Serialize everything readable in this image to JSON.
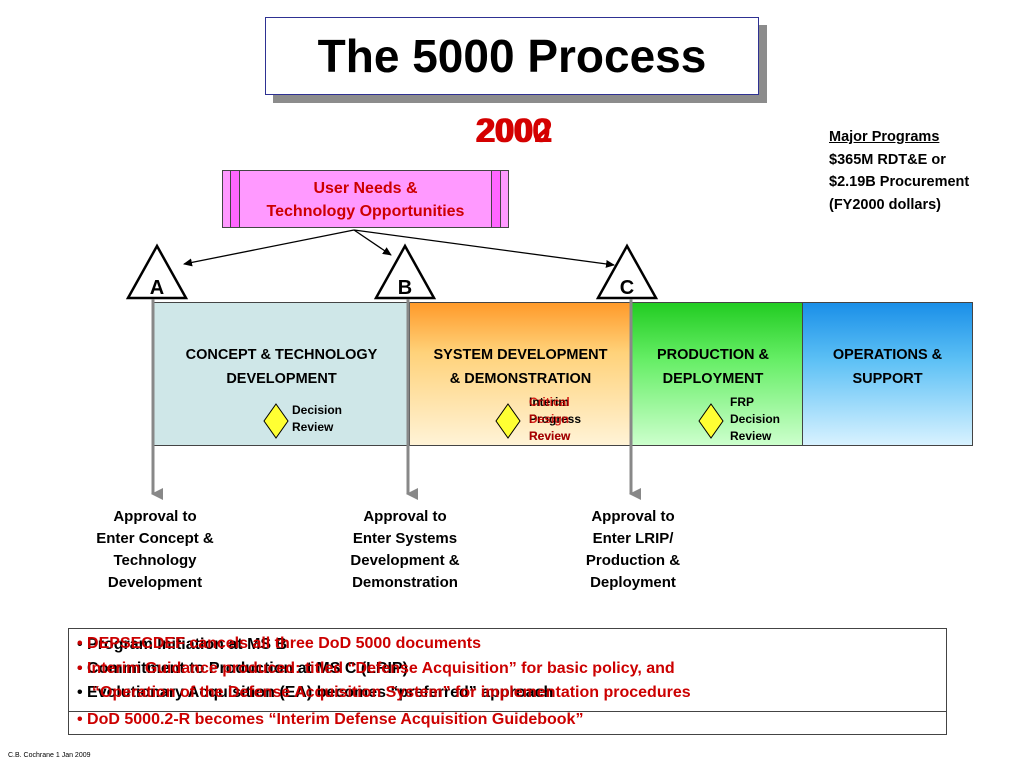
{
  "title": "The 5000 Process",
  "years": [
    "2000",
    "2002"
  ],
  "major_programs": {
    "heading": "Major Programs",
    "lines": [
      "$365M RDT&E or",
      "$2.19B Procurement",
      "(FY2000 dollars)"
    ]
  },
  "user_needs": {
    "lines": [
      "User Needs &",
      "Technology Opportunities"
    ]
  },
  "milestones": [
    "A",
    "B",
    "C"
  ],
  "phases": [
    {
      "lines": [
        "CONCEPT & TECHNOLOGY",
        "DEVELOPMENT"
      ],
      "color": "#cfe7e8"
    },
    {
      "lines": [
        "SYSTEM DEVELOPMENT",
        "& DEMONSTRATION"
      ],
      "color": "#ffd27a"
    },
    {
      "lines": [
        "PRODUCTION &",
        "DEPLOYMENT"
      ],
      "color": "#55e055"
    },
    {
      "lines": [
        "OPERATIONS &",
        "SUPPORT"
      ],
      "color": "#4aaef0"
    }
  ],
  "decision_reviews": [
    {
      "lines": [
        "Decision",
        "Review"
      ],
      "color": "#000000"
    },
    {
      "lines": [
        "Interim",
        "Progress",
        "Review"
      ],
      "color": "#000000"
    },
    {
      "lines": [
        "Critical",
        "Design",
        "Review"
      ],
      "color": "#cc0000"
    },
    {
      "lines": [
        "FRP",
        "Decision",
        "Review"
      ],
      "color": "#000000"
    }
  ],
  "approvals": [
    {
      "lines": [
        "Approval to",
        "Enter Concept &",
        "Technology",
        "Development"
      ]
    },
    {
      "lines": [
        "Approval to",
        "Enter Systems",
        "Development &",
        "Demonstration"
      ]
    },
    {
      "lines": [
        "Approval to",
        "Enter LRIP/",
        "Production &",
        "Deployment"
      ]
    }
  ],
  "notes_black": [
    "• Program Initiation at MS B",
    "• Commitment to Production at MS C (LRIP)",
    "• Evolutionary Acquisition (EA) becomes “preferred” approach"
  ],
  "notes_red": [
    "• DEPSECDEF cancels all three DoD 5000 documents",
    "• Interim Guidance produced: titled “Defense Acquisition” for basic policy, and",
    "  “Operation of the Defense Acquisition System” for implementation procedures",
    "• DoD 5000.2-R becomes “Interim Defense Acquisition Guidebook”"
  ],
  "footer": "C.B. Cochrane 1 Jan 2009",
  "colors": {
    "accent_red": "#cc0000",
    "title_border": "#2e3192",
    "diamond": "#ffff33",
    "needs_box": "#ff99ff"
  }
}
